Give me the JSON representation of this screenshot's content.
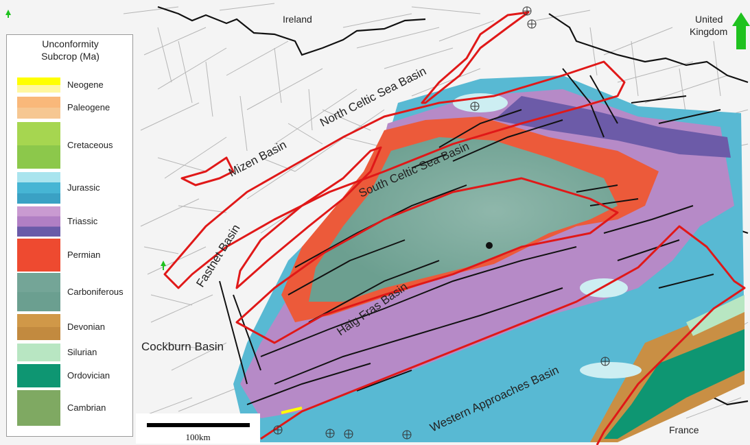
{
  "map": {
    "place_labels": {
      "ireland": "Ireland",
      "uk_line1": "United",
      "uk_line2": "Kingdom",
      "france": "France",
      "cockburn": "Cockburn Basin"
    },
    "basin_labels": {
      "north_celtic": "North Celtic Sea Basin",
      "south_celtic": "South Celtic Sea Basin",
      "mizen": "Mizen Basin",
      "fastnet": "Fastnet Basin",
      "haig_fras": "Haig Fras Basin",
      "western_approaches": "Western Approaches Basin"
    },
    "north_arrow": {
      "color": "#1fc21f",
      "icon": "north-arrow-icon"
    },
    "basin_outline_color": "#e01818",
    "fault_color": "#111111"
  },
  "legend": {
    "title_line1": "Unconformity",
    "title_line2": "Subcrop (Ma)",
    "items": [
      {
        "label": "Neogene",
        "colors": [
          "#ffff00",
          "#fff7a0"
        ]
      },
      {
        "label": "Paleogene",
        "colors": [
          "#f9b87a",
          "#f6c792"
        ]
      },
      {
        "label": "Cretaceous",
        "colors": [
          "#a6d650",
          "#8cc84b"
        ]
      },
      {
        "label": "Jurassic",
        "colors": [
          "#a9e4ee",
          "#46b5d4",
          "#3aa1c4"
        ]
      },
      {
        "label": "Triassic",
        "colors": [
          "#c99ad1",
          "#b17fc4",
          "#6a5aa8"
        ]
      },
      {
        "label": "Permian",
        "colors": [
          "#ee4a30"
        ]
      },
      {
        "label": "Carboniferous",
        "colors": [
          "#74a597",
          "#6b9f90"
        ]
      },
      {
        "label": "Devonian",
        "colors": [
          "#d09848",
          "#c28a3f"
        ]
      },
      {
        "label": "Silurian",
        "colors": [
          "#b8e6c2"
        ]
      },
      {
        "label": "Ordovician",
        "colors": [
          "#0e9672"
        ]
      },
      {
        "label": "Cambrian",
        "colors": [
          "#7fa962"
        ]
      }
    ]
  },
  "scale": {
    "label": "100km"
  }
}
